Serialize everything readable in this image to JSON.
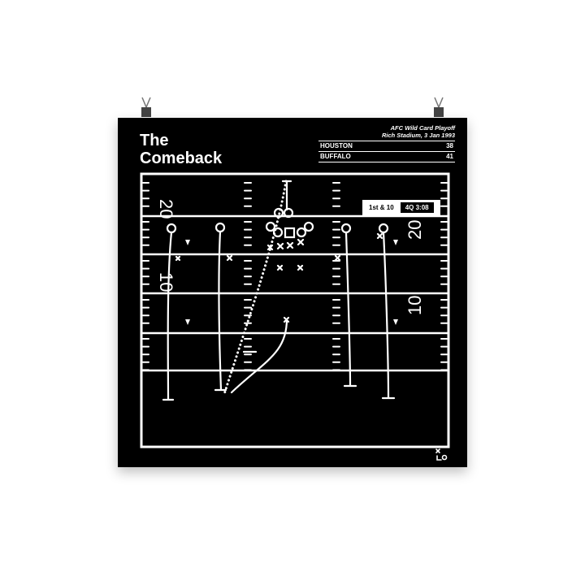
{
  "poster": {
    "title_line1": "The",
    "title_line2": "Comeback",
    "game": "AFC Wild Card Playoff",
    "venue_date": "Rich Stadium, 3 Jan 1993",
    "teams": [
      {
        "name": "HOUSTON",
        "score": "38"
      },
      {
        "name": "BUFFALO",
        "score": "41"
      }
    ],
    "down_distance": "1st & 10",
    "clock": "4Q 3:08",
    "yard_numbers": [
      "20",
      "10",
      "20",
      "10"
    ],
    "logo_icon": "xo-logo-icon"
  }
}
